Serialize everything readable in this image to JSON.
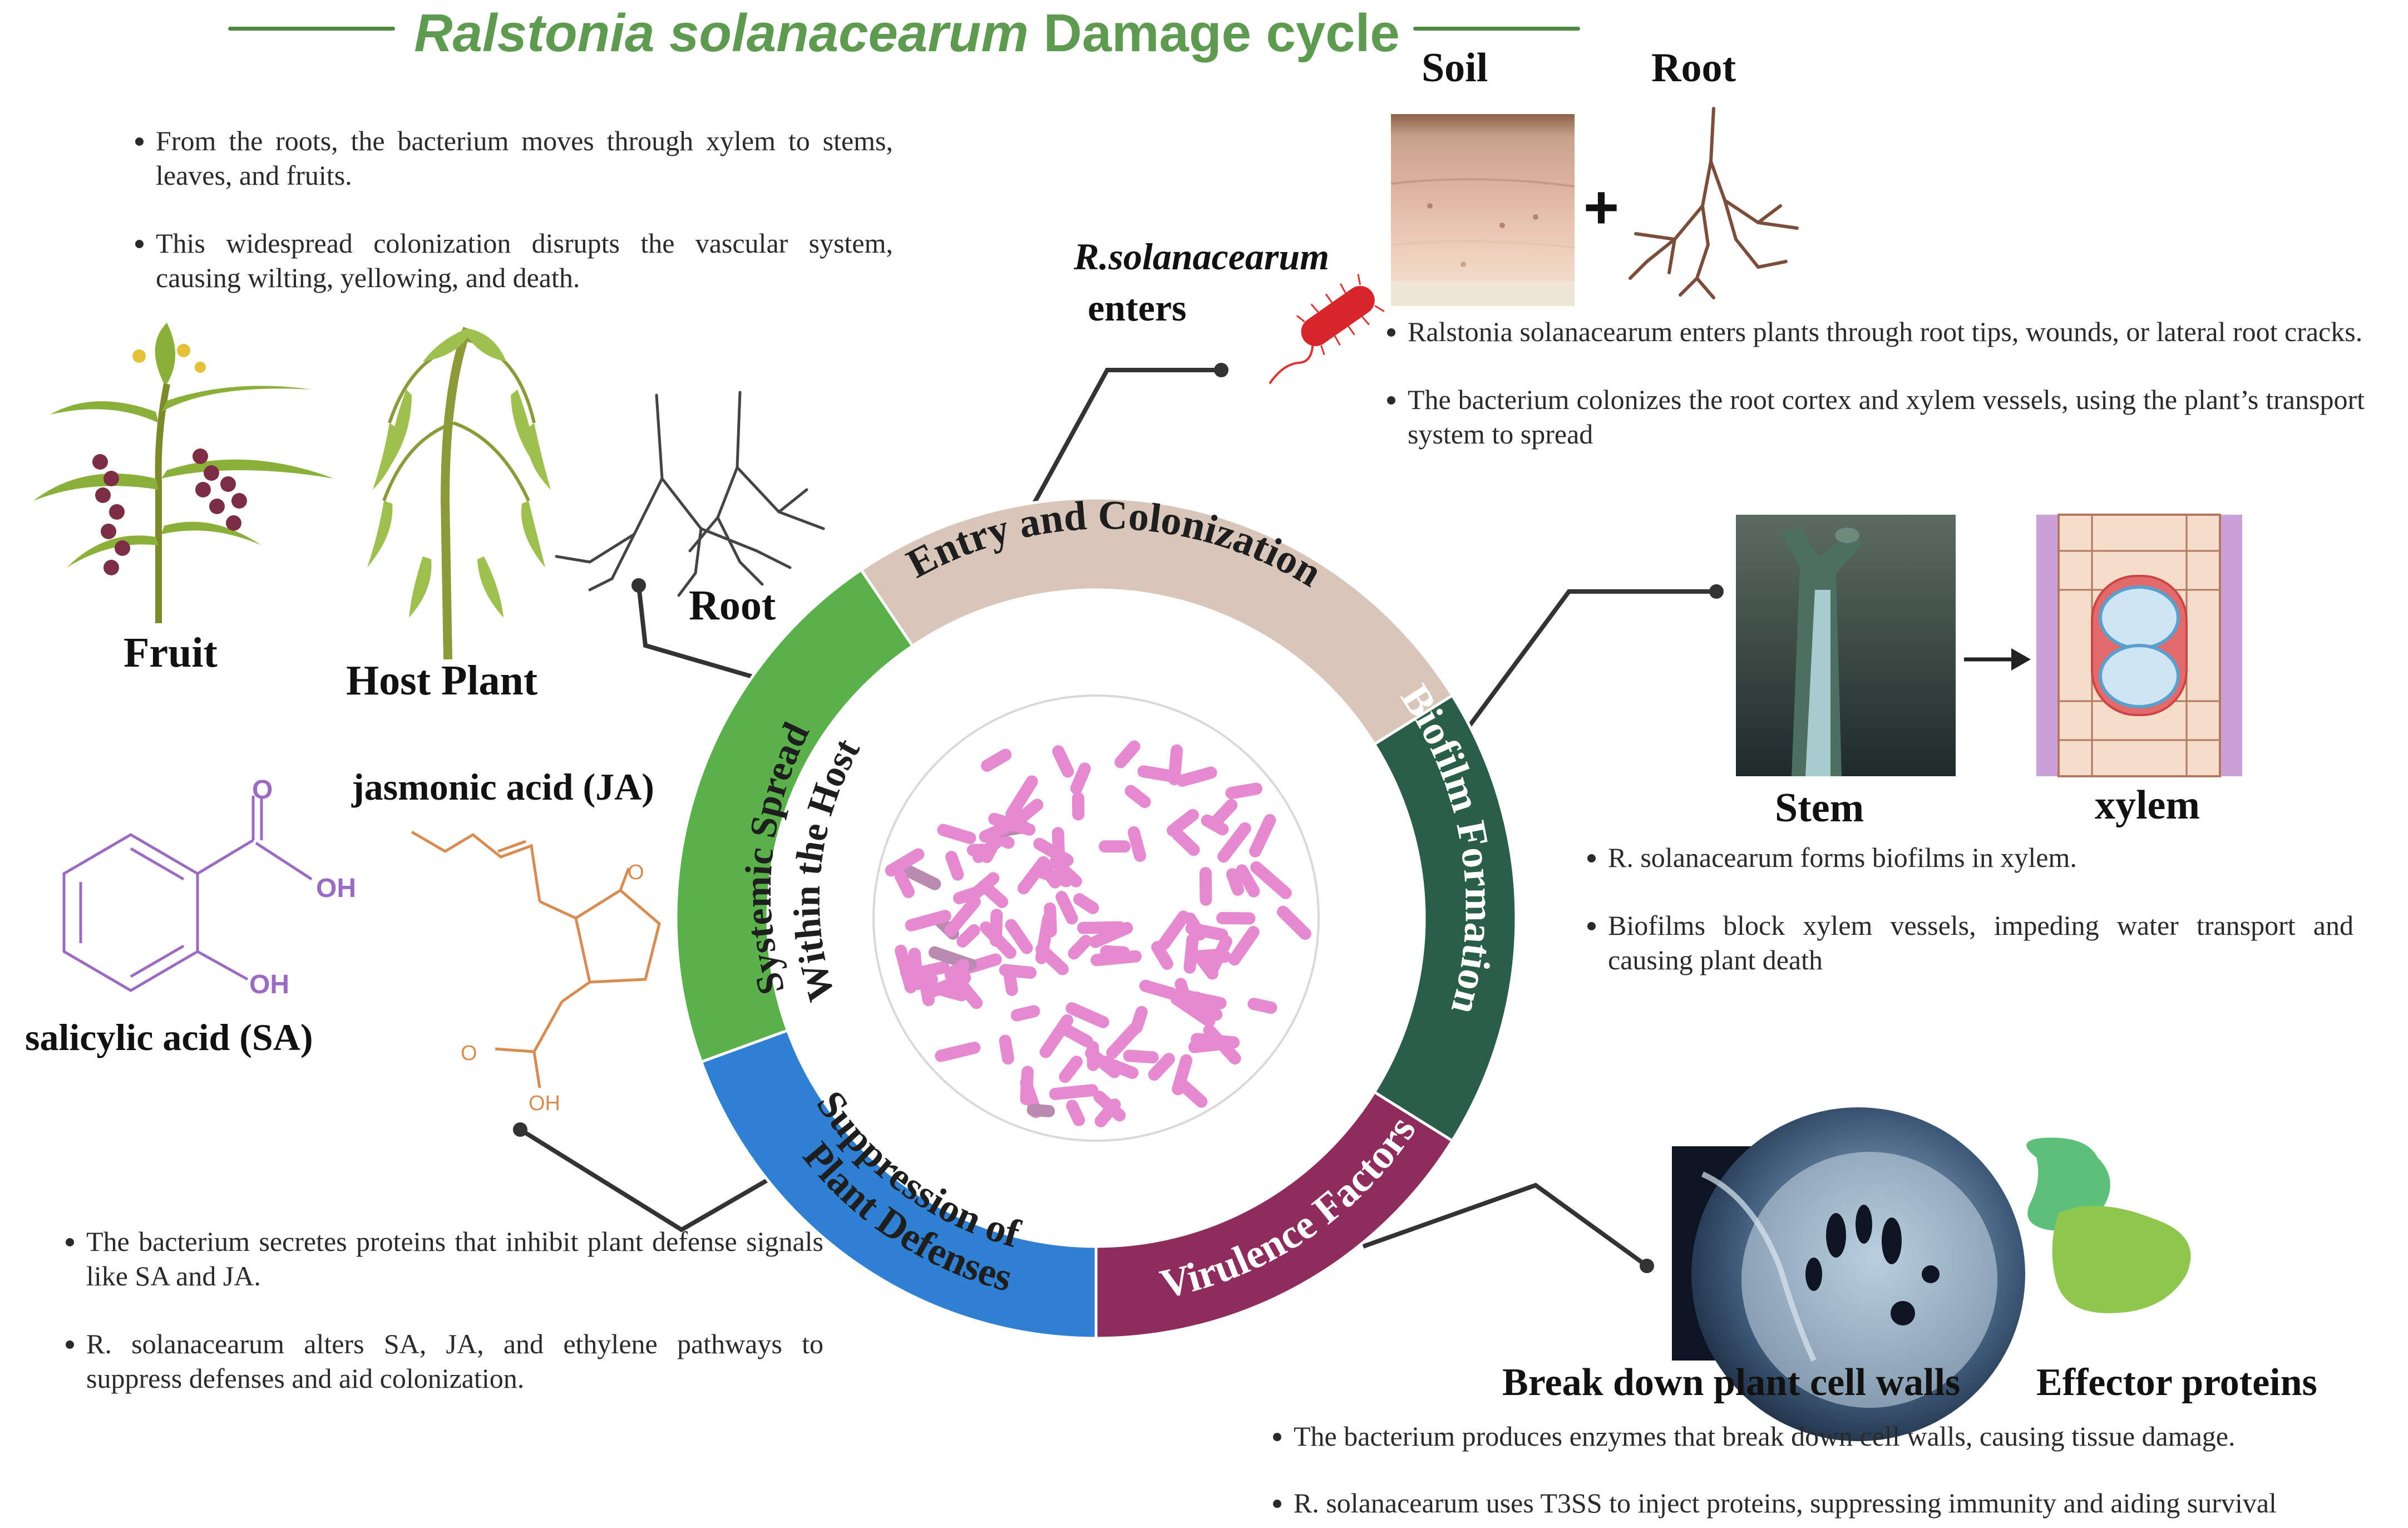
{
  "title": {
    "species": "Ralstonia solanacearum",
    "rest": "Damage cycle"
  },
  "colors": {
    "title_green": "#5e9a4f",
    "entry": "#d8c6bb",
    "biofilm": "#2b5e48",
    "virulence": "#8e2c5e",
    "suppression": "#2f7fd2",
    "systemic": "#5ab04a",
    "bacteria": "#e58ad0",
    "ring_text_light": "#1e1e1e",
    "ring_text_dark": "#ffffff"
  },
  "ring_segments": [
    {
      "id": "entry",
      "label": "Entry and Colonization"
    },
    {
      "id": "biofilm",
      "label": "Biofilm Formation"
    },
    {
      "id": "virulence",
      "label": "Virulence Factors"
    },
    {
      "id": "suppression",
      "line1": "Suppression of",
      "line2": "Plant Defenses"
    },
    {
      "id": "systemic",
      "line1": "Systemic Spread",
      "line2": "Within the Host"
    }
  ],
  "entry": {
    "soil_label": "Soil",
    "root_label": "Root",
    "plus": "+",
    "bacterium_label_italic": "R.solanacearum",
    "bacterium_label_rest": "enters",
    "bullets": [
      "Ralstonia solanacearum enters plants through root tips, wounds, or lateral root cracks.",
      "The bacterium colonizes the root cortex and xylem vessels, using the plant’s transport system to spread"
    ]
  },
  "biofilm": {
    "stem_label": "Stem",
    "xylem_label": "xylem",
    "bullets": [
      "R. solanacearum forms biofilms in xylem.",
      "Biofilms block xylem vessels, impeding water transport and causing plant death"
    ]
  },
  "virulence": {
    "cellwall_label": "Break down plant cell walls",
    "effector_label": "Effector proteins",
    "bullets": [
      "The bacterium produces enzymes that break down cell walls, causing tissue damage.",
      "R. solanacearum uses T3SS to inject proteins, suppressing immunity and aiding survival"
    ]
  },
  "suppression": {
    "ja_label": "jasmonic acid (JA)",
    "sa_label": "salicylic acid (SA)",
    "atom_o": "O",
    "atom_oh": "OH",
    "bullets": [
      "The bacterium secretes proteins that inhibit plant defense signals like SA and JA.",
      "R. solanacearum alters SA, JA, and ethylene pathways to suppress defenses and aid colonization."
    ]
  },
  "systemic": {
    "fruit_label": "Fruit",
    "host_label": "Host Plant",
    "root_label": "Root",
    "bullets": [
      "From the roots, the bacterium moves through xylem to stems, leaves, and fruits.",
      "This widespread colonization disrupts the vascular system, causing wilting, yellowing, and death."
    ]
  }
}
